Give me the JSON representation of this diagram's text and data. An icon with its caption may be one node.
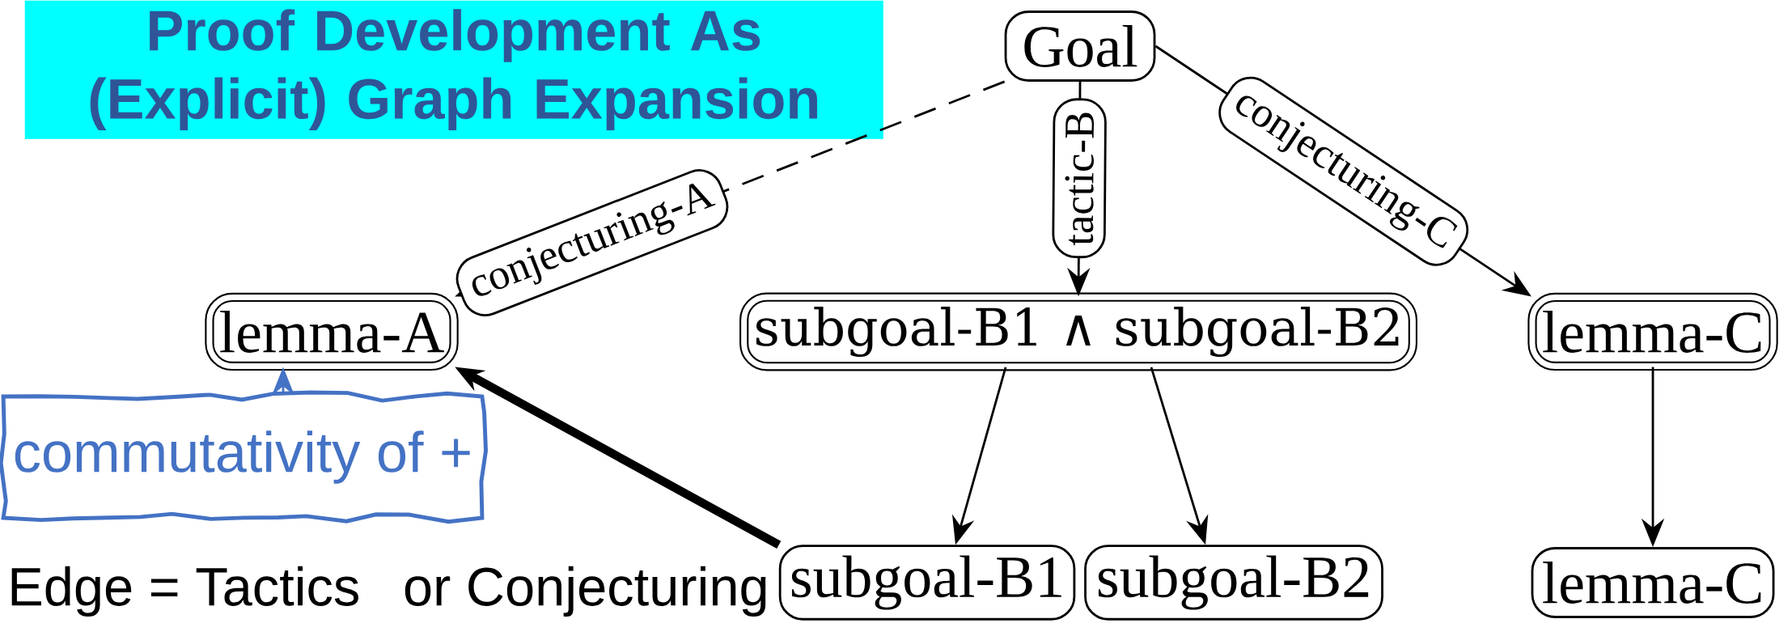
{
  "diagram": {
    "title": "Proof Development As (Explicit) Graph Expansion",
    "nodes": [
      {
        "text": [
          "Goal"
        ]
      },
      {
        "text": [
          "lemma-A"
        ]
      },
      {
        "text": [
          "subgoal-B1 ∧ subgoal-B2"
        ]
      },
      {
        "text": [
          "lemma-C"
        ]
      },
      {
        "text": [
          "subgoal-B1"
        ]
      },
      {
        "text": [
          "subgoal-B2"
        ]
      },
      {
        "text": [
          "lemma-C"
        ]
      },
      {
        "text": [
          "commutativity of +"
        ]
      }
    ],
    "edges": [
      {
        "from": 0,
        "to": 1,
        "arrow": "to",
        "label": "conjecturing-A",
        "style": "dashed"
      },
      {
        "from": 0,
        "to": 2,
        "arrow": "to",
        "label": "tactic-B"
      },
      {
        "from": 0,
        "to": 3,
        "arrow": "to",
        "label": "conjecturing-C"
      },
      {
        "from": 2,
        "to": 4,
        "arrow": "to"
      },
      {
        "from": 2,
        "to": 5,
        "arrow": "to"
      },
      {
        "from": 3,
        "to": 6,
        "arrow": "to"
      },
      {
        "from": 7,
        "to": 1,
        "arrow": "to",
        "color": "#4472c4"
      },
      {
        "from": 4,
        "to": 1,
        "arrow": "to",
        "style": "thick"
      }
    ],
    "labels": [
      "Edge = Tactics",
      "or Conjecturing"
    ]
  }
}
